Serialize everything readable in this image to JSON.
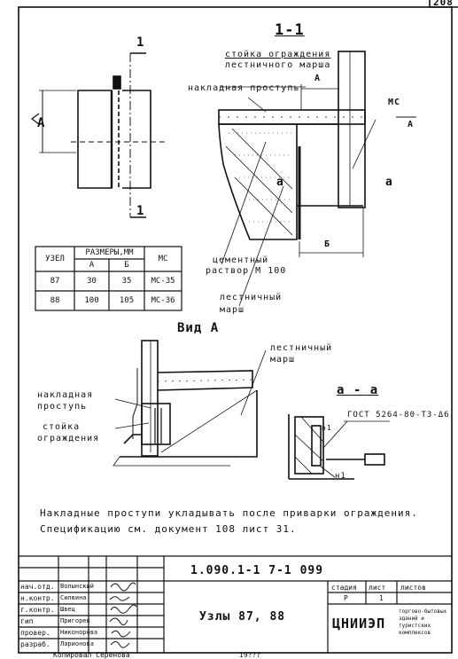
{
  "sheet_number": "208",
  "section_title": "1-1",
  "section_marker": "1",
  "labels": {
    "stoyka_1": "стойка ограждения",
    "stoyka_2": "лестничного марша",
    "nakladnaya": "накладная проступь",
    "ms": "МС",
    "a_arrow": "А",
    "dim_a": "А",
    "dim_b": "Б",
    "alpha1": "а",
    "alpha2": "а",
    "cement_1": "цементный",
    "cement_2": "раствор М 100",
    "marsh_1": "лестничный",
    "marsh_2": "марш"
  },
  "table": {
    "h_uzel": "УЗЕЛ",
    "h_sizes": "РАЗМЕРЫ,ММ",
    "h_a": "А",
    "h_b": "Б",
    "h_ms": "МС",
    "rows": [
      {
        "uzel": "87",
        "a": "30",
        "b": "35",
        "ms": "МС-35"
      },
      {
        "uzel": "88",
        "a": "100",
        "b": "105",
        "ms": "МС-36"
      }
    ]
  },
  "view_a": {
    "title": "Вид А",
    "marsh_1": "лестничный",
    "marsh_2": "марш",
    "nakl_1": "накладная",
    "nakl_2": "проступь",
    "stoyka_1": "стойка",
    "stoyka_2": "ограждения"
  },
  "section_aa": {
    "title": "а - а",
    "gost": "ГОСТ 5264-80-Т3-Δ6",
    "n1": "н1",
    "n1b": "н1"
  },
  "notes": {
    "line1": "Накладные проступи укладывать после приварки ограждения.",
    "line2": "Спецификацию  см. документ 108 лист 31."
  },
  "title_block": {
    "code": "1.090.1-1    7-1  099",
    "name": "Узлы 87, 88",
    "org": "ЦНИИЭП",
    "org_sub": "торгово-бытовых зданий и туристских комплексов",
    "stadia_h": "стадия",
    "list_h": "лист",
    "listov_h": "листов",
    "stadia": "Р",
    "list": "1",
    "roles": [
      {
        "role": "нач.отд.",
        "name": "Волынский"
      },
      {
        "role": "н.контр.",
        "name": "Силвина"
      },
      {
        "role": "г.контр.",
        "name": "Швец"
      },
      {
        "role": "гип",
        "name": "Пригорев"
      },
      {
        "role": "провер.",
        "name": "Никонорова"
      },
      {
        "role": "разраб.",
        "name": "Ларионова"
      }
    ],
    "footer_left": "Копировал Серенова",
    "footer_mid": "19???"
  }
}
